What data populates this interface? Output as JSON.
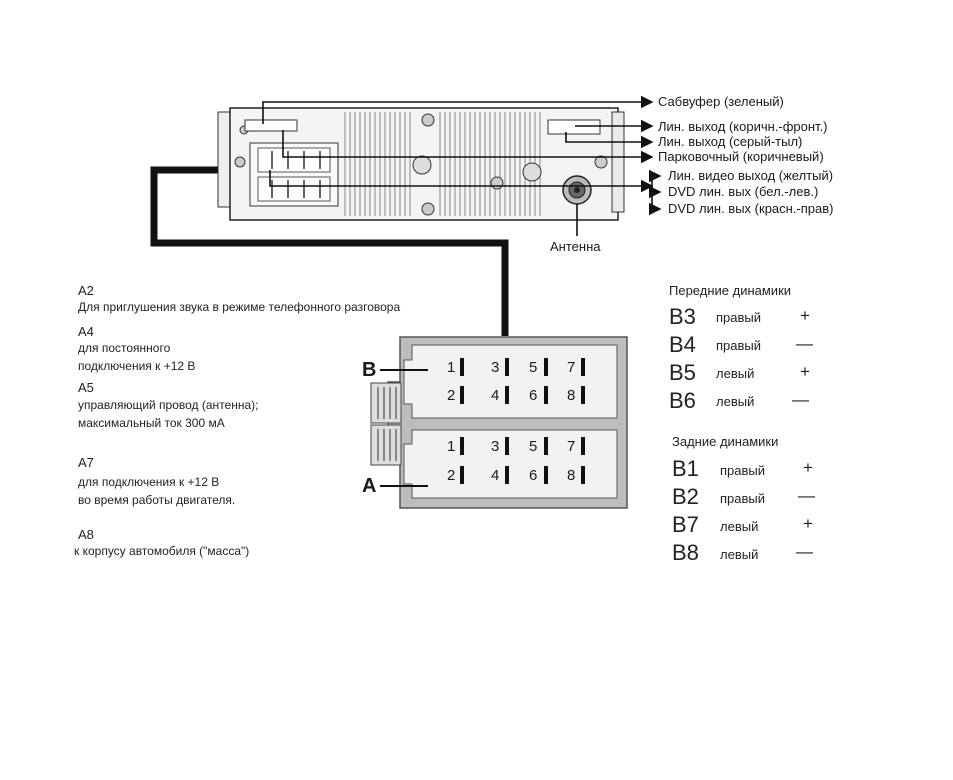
{
  "head_unit": {
    "outputs": [
      "Сабвуфер (зеленый)",
      "Лин. выход (коричн.-фронт.)",
      "Лин. выход (серый-тыл)",
      "Парковочный (коричневый)",
      "Лин. видео выход (желтый)",
      "DVD лин. вых (бел.-лев.)",
      "DVD лин. вых (красн.-прав)"
    ],
    "antenna_label": "Антенна"
  },
  "pins": [
    {
      "code": "A2",
      "desc_lines": [
        "Для приглушения звука в режиме телефонного разговора"
      ]
    },
    {
      "code": "A4",
      "desc_lines": [
        "для постоянного",
        "подключения к +12 В"
      ]
    },
    {
      "code": "A5",
      "desc_lines": [
        "управляющий провод (антенна);",
        "максимальный ток 300 мА"
      ]
    },
    {
      "code": "A7",
      "desc_lines": [
        "для подключения к +12 В",
        "во время работы двигателя."
      ]
    },
    {
      "code": "A8",
      "desc_lines": [
        "к корпусу автомобиля (\"масса\")"
      ]
    }
  ],
  "connector": {
    "label_top": "B",
    "label_bottom": "A",
    "pin_rows": [
      [
        "1",
        "3",
        "5",
        "7"
      ],
      [
        "2",
        "4",
        "6",
        "8"
      ]
    ]
  },
  "front_speakers": {
    "title": "Передние динамики",
    "rows": [
      {
        "pin": "B3",
        "side": "правый",
        "sign": "+"
      },
      {
        "pin": "B4",
        "side": "правый",
        "sign": "—"
      },
      {
        "pin": "B5",
        "side": "левый",
        "sign": "+"
      },
      {
        "pin": "B6",
        "side": "левый",
        "sign": "—"
      }
    ]
  },
  "rear_speakers": {
    "title": "Задние динамики",
    "rows": [
      {
        "pin": "B1",
        "side": "правый",
        "sign": "+"
      },
      {
        "pin": "B2",
        "side": "правый",
        "sign": "—"
      },
      {
        "pin": "B7",
        "side": "левый",
        "sign": "+"
      },
      {
        "pin": "B8",
        "side": "левый",
        "sign": "—"
      }
    ]
  }
}
